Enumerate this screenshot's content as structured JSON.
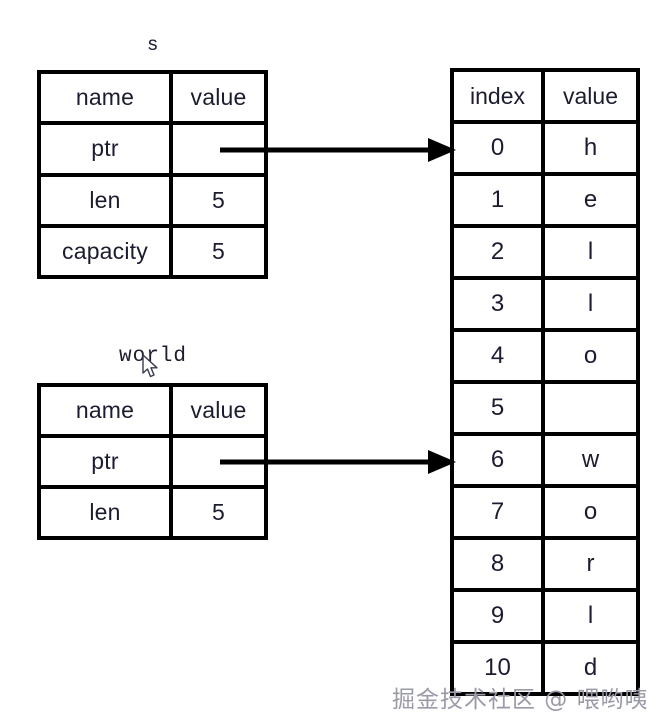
{
  "diagram": {
    "title_s": "s",
    "title_world": "world",
    "structs": [
      {
        "id": "s",
        "label": "s",
        "headers": [
          "name",
          "value"
        ],
        "rows": [
          {
            "name": "ptr",
            "value": ""
          },
          {
            "name": "len",
            "value": "5"
          },
          {
            "name": "capacity",
            "value": "5"
          }
        ]
      },
      {
        "id": "world",
        "label": "world",
        "headers": [
          "name",
          "value"
        ],
        "rows": [
          {
            "name": "ptr",
            "value": ""
          },
          {
            "name": "len",
            "value": "5"
          }
        ]
      }
    ],
    "heap": {
      "headers": [
        "index",
        "value"
      ],
      "rows": [
        {
          "index": "0",
          "value": "h"
        },
        {
          "index": "1",
          "value": "e"
        },
        {
          "index": "2",
          "value": "l"
        },
        {
          "index": "3",
          "value": "l"
        },
        {
          "index": "4",
          "value": "o"
        },
        {
          "index": "5",
          "value": ""
        },
        {
          "index": "6",
          "value": "w"
        },
        {
          "index": "7",
          "value": "o"
        },
        {
          "index": "8",
          "value": "r"
        },
        {
          "index": "9",
          "value": "l"
        },
        {
          "index": "10",
          "value": "d"
        }
      ]
    },
    "arrows": [
      {
        "id": "s-ptr-arrow",
        "from": "s.ptr",
        "to": "heap.index.0"
      },
      {
        "id": "world-ptr-arrow",
        "from": "world.ptr",
        "to": "heap.index.6"
      }
    ],
    "colors": {
      "stroke": "#000000",
      "text": "#1c1c30",
      "background": "#ffffff",
      "watermark": "#9a9aa8"
    }
  },
  "watermark": {
    "text": "掘金技术社区 @ 喂哟咦"
  }
}
